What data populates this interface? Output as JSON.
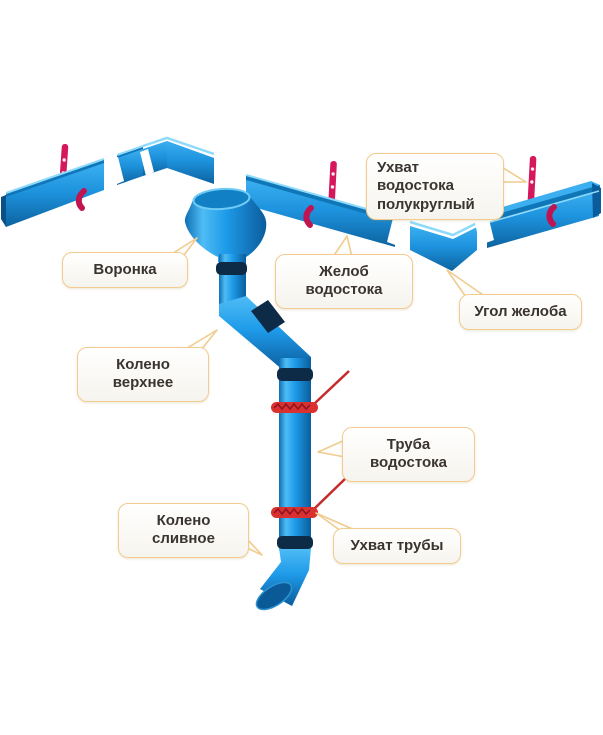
{
  "diagram": {
    "subject": "drainage-system-parts",
    "labels": [
      {
        "id": "uhvat-vodostoka-polukruglyi",
        "text": "Ухват водостока полукруглый"
      },
      {
        "id": "voronka",
        "text": "Воронка"
      },
      {
        "id": "zhelob-vodostoka",
        "text": "Желоб водостока"
      },
      {
        "id": "ugol-zheloba",
        "text": "Угол желоба"
      },
      {
        "id": "koleno-verhnee",
        "text": "Колено верхнее"
      },
      {
        "id": "truba-vodostoka",
        "text": "Труба водостока"
      },
      {
        "id": "koleno-slivnoe",
        "text": "Колено сливное"
      },
      {
        "id": "uhvat-truby",
        "text": "Ухват трубы"
      }
    ],
    "colors": {
      "pipe_main": "#1E9BE9",
      "pipe_light": "#4FBCF5",
      "pipe_dark": "#0B5C9C",
      "joint_ring": "#0D2B47",
      "bracket": "#D5175C",
      "gutter_clamp": "#C0134F",
      "pipe_clamp": "#D93030",
      "leader_line": "#C62A2A",
      "bubble_border": "#F1CC8E",
      "bubble_fill": "#FFFFFF",
      "label_text": "#3A3430",
      "background": "#FFFFFF"
    }
  }
}
